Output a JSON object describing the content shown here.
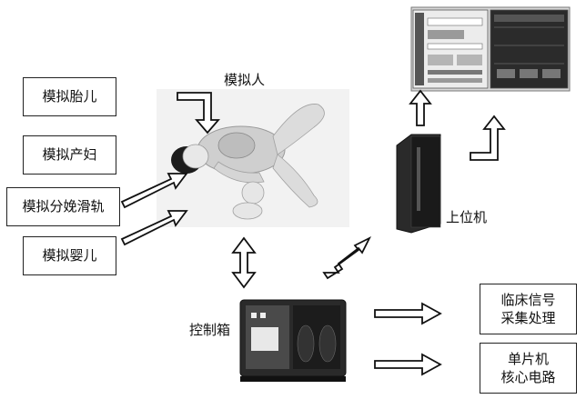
{
  "left_boxes": [
    {
      "label": "模拟胎儿"
    },
    {
      "label": "模拟产妇"
    },
    {
      "label": "模拟分娩滑轨"
    },
    {
      "label": "模拟婴儿"
    }
  ],
  "labels": {
    "manikin": "模拟人",
    "host_computer": "上位机",
    "control_box": "控制箱"
  },
  "right_boxes": [
    {
      "line1": "临床信号",
      "line2": "采集处理"
    },
    {
      "line1": "单片机",
      "line2": "核心电路"
    }
  ]
}
